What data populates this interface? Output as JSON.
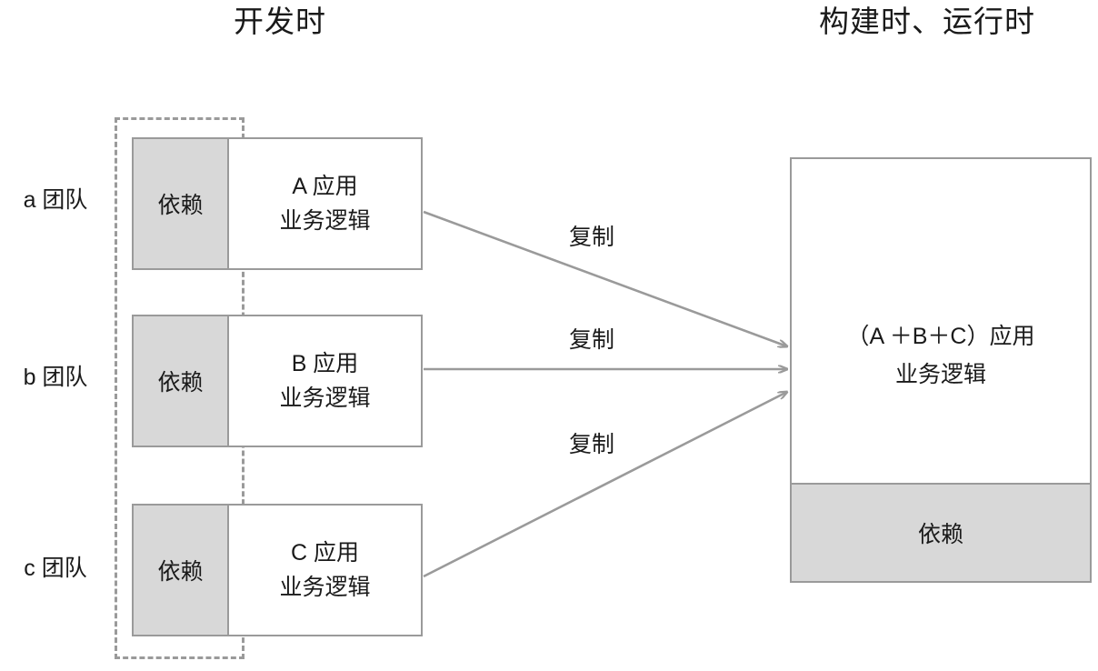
{
  "headings": {
    "left": "开发时",
    "right": "构建时、运行时"
  },
  "teams": [
    {
      "label": "a 团队"
    },
    {
      "label": "b 团队"
    },
    {
      "label": "c 团队"
    }
  ],
  "dev_boxes": [
    {
      "dependency": "依赖",
      "app_title": "A 应用",
      "app_subtitle": "业务逻辑"
    },
    {
      "dependency": "依赖",
      "app_title": "B 应用",
      "app_subtitle": "业务逻辑"
    },
    {
      "dependency": "依赖",
      "app_title": "C 应用",
      "app_subtitle": "业务逻辑"
    }
  ],
  "arrows": [
    {
      "label": "复制"
    },
    {
      "label": "复制"
    },
    {
      "label": "复制"
    }
  ],
  "combined_box": {
    "app_title": "（A ＋B＋C）应用",
    "app_subtitle": "业务逻辑",
    "dependency": "依赖"
  },
  "colors": {
    "stroke": "#9a9a9a",
    "dependency_fill": "#d8d8d8",
    "box_fill": "#ffffff",
    "text": "#1a1a1a",
    "background": "#ffffff"
  }
}
